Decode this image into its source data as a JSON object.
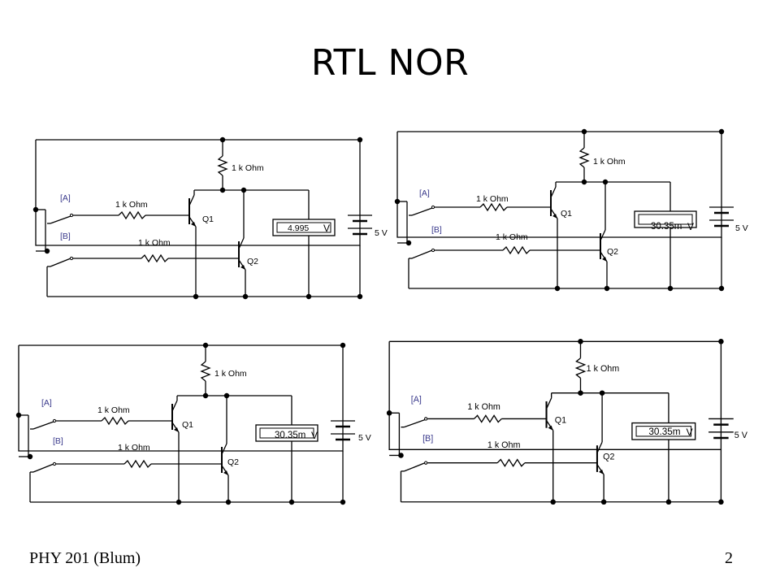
{
  "title": "RTL NOR",
  "footer": {
    "left": "PHY 201 (Blum)",
    "page": "2"
  },
  "labels": {
    "input_a": "[A]",
    "input_b": "[B]",
    "resistor": "1 k Ohm",
    "q1": "Q1",
    "q2": "Q2",
    "supply": "5 V",
    "voltmeter_unit": "V"
  },
  "circuits": [
    {
      "id": "top-left",
      "reading": "4.995"
    },
    {
      "id": "top-right",
      "reading": "30.35m"
    },
    {
      "id": "bottom-left",
      "reading": "30.35m"
    },
    {
      "id": "bottom-right",
      "reading": "30.35m"
    }
  ],
  "colors": {
    "wire": "#000000",
    "label_blue": "#3a3a8c",
    "meter_border": "#000000"
  }
}
